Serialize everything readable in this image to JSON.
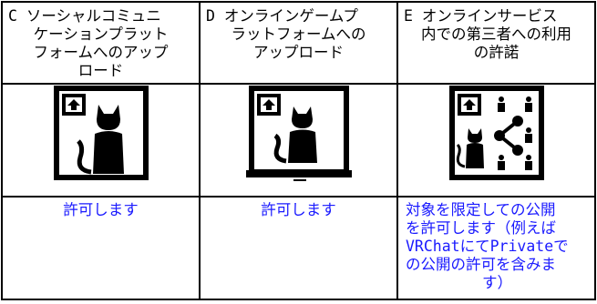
{
  "columns": [
    {
      "header_lines": [
        "C ソーシャルコミュニ",
        "ケーションプラット",
        "フォームへのアップ",
        "ロード"
      ],
      "icon": "upload-person-cat-icon",
      "permission_lines": [
        "許可します"
      ]
    },
    {
      "header_lines": [
        "D オンラインゲームプ",
        "ラットフォームへの",
        "アップロード"
      ],
      "icon": "upload-person-monitor-icon",
      "permission_lines": [
        "許可します"
      ]
    },
    {
      "header_lines": [
        "E オンラインサービス",
        "内での第三者への利用",
        "の許諾"
      ],
      "icon": "upload-share-network-icon",
      "permission_lines": [
        "対象を限定しての公開",
        "を許可します（例えば",
        "VRChatにてPrivateで",
        "の公開の許可を含みま",
        "す）"
      ]
    }
  ],
  "colors": {
    "link": "#1a1aff",
    "text": "#000000",
    "border": "#000000"
  }
}
